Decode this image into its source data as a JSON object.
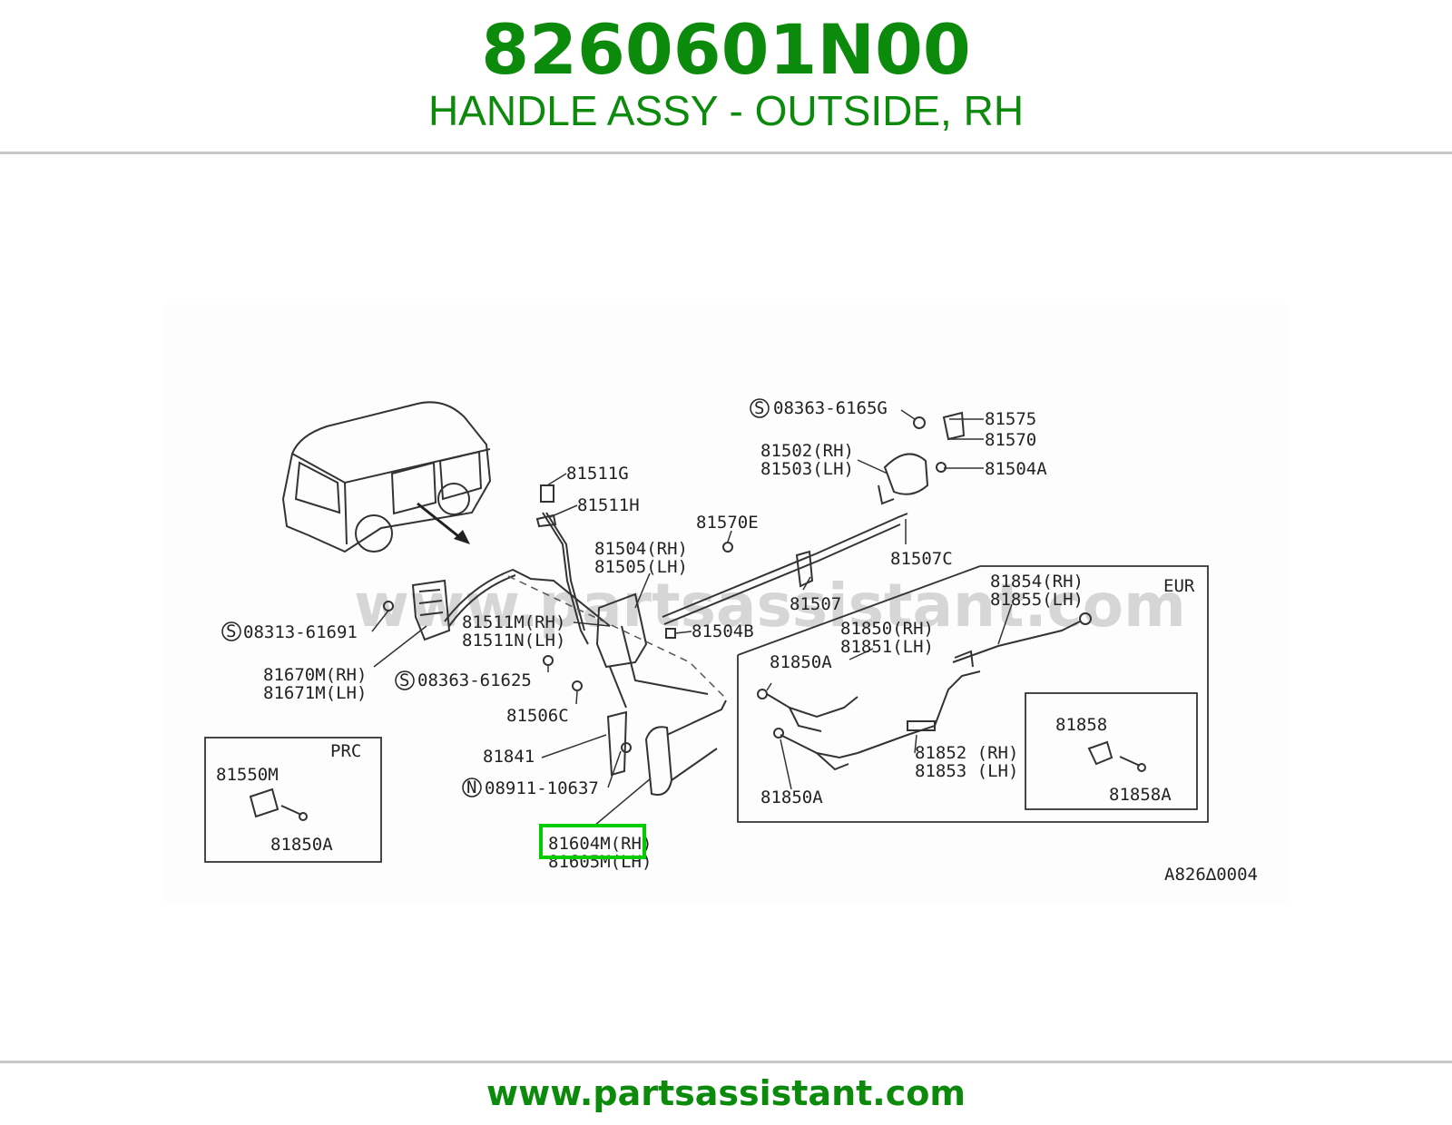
{
  "header": {
    "part_number": "8260601N00",
    "description": "HANDLE ASSY - OUTSIDE, RH"
  },
  "footer": {
    "url": "www.partsassistant.com"
  },
  "diagram": {
    "watermark": "www.partsassistant.com",
    "drawing_code": "A826∆0004",
    "highlight_color": "#00cc00",
    "labels": {
      "s08363_6165g": "08363-6165G",
      "p81575": "81575",
      "p81570": "81570",
      "p81502": "81502(RH)",
      "p81503": "81503(LH)",
      "p81504a": "81504A",
      "p81511g": "81511G",
      "p81511h": "81511H",
      "p81570e": "81570E",
      "p81507c": "81507C",
      "p81504": "81504(RH)",
      "p81505": "81505(LH)",
      "p81507": "81507",
      "s08313_61691": "08313-61691",
      "p81511m": "81511M(RH)",
      "p81511n": "81511N(LH)",
      "p81504b": "81504B",
      "p81670m": "81670M(RH)",
      "p81671m": "81671M(LH)",
      "s08363_61625": "08363-61625",
      "p81506c": "81506C",
      "p81841": "81841",
      "n08911_10637": "08911-10637",
      "p81604m": "81604M(RH)",
      "p81605m": "81605M(LH)",
      "p81854": "81854(RH)",
      "p81855": "81855(LH)",
      "p81850": "81850(RH)",
      "p81851": "81851(LH)",
      "p81850a_top": "81850A",
      "p81850a_bottom": "81850A",
      "p81852": "81852 (RH)",
      "p81853": "81853 (LH)",
      "p81858": "81858",
      "p81858a": "81858A",
      "p81550m": "81550M",
      "p81850a_prc": "81850A",
      "s_marker": "S",
      "n_marker": "N"
    },
    "boxes": {
      "eur": "EUR",
      "prc": "PRC"
    }
  }
}
